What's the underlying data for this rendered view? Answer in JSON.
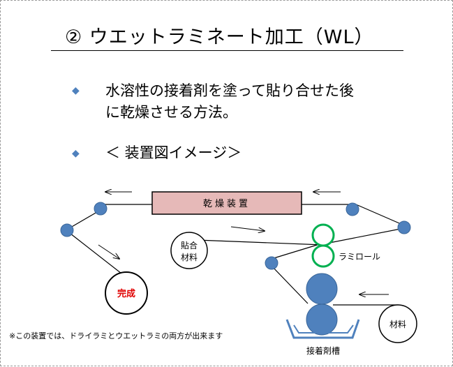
{
  "slide": {
    "title": "② ウエットラミネート加工（WL）",
    "bullets": [
      {
        "lines": [
          "水溶性の接着剤を塗って貼り合せた後",
          "に乾燥させる方法。"
        ]
      },
      {
        "lines": [
          "＜ 装置図イメージ＞"
        ]
      }
    ]
  },
  "diagram": {
    "dryer_label": "乾燥装置",
    "bonding_material_label": [
      "貼合",
      "材料"
    ],
    "laminate_roll_label": "ラミロール",
    "finished_label": "完成",
    "material_label": "材料",
    "adhesive_tank_label": "接着剤槽",
    "colors": {
      "roller_blue": "#4f81bd",
      "laminate_green": "#00b050",
      "dryer_fill": "#e6b9b8",
      "finished_text": "#e00000",
      "bullet_blue": "#4f81bd",
      "tank_stroke": "#4f81bd"
    }
  },
  "footnote": "※この装置では、ドライラミとウエットラミの両方が出来ます"
}
